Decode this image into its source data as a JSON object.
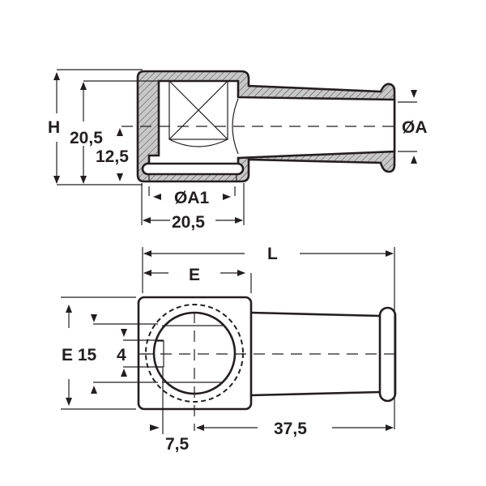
{
  "side_view": {
    "height_label": "H",
    "height_outer_label": "20,5",
    "height_center_label": "12,5",
    "outlet_diameter_label": "ØA",
    "inlet_diameter_label": "ØA1",
    "width_label": "20,5"
  },
  "top_view": {
    "length_label": "L",
    "body_width_label": "E",
    "body_height_label": "E 15",
    "slot_label": "4",
    "offset_label": "7,5",
    "tube_length_label": "37,5"
  },
  "colors": {
    "line": "#231f20",
    "hatch_fill": "#c8c8c8"
  }
}
